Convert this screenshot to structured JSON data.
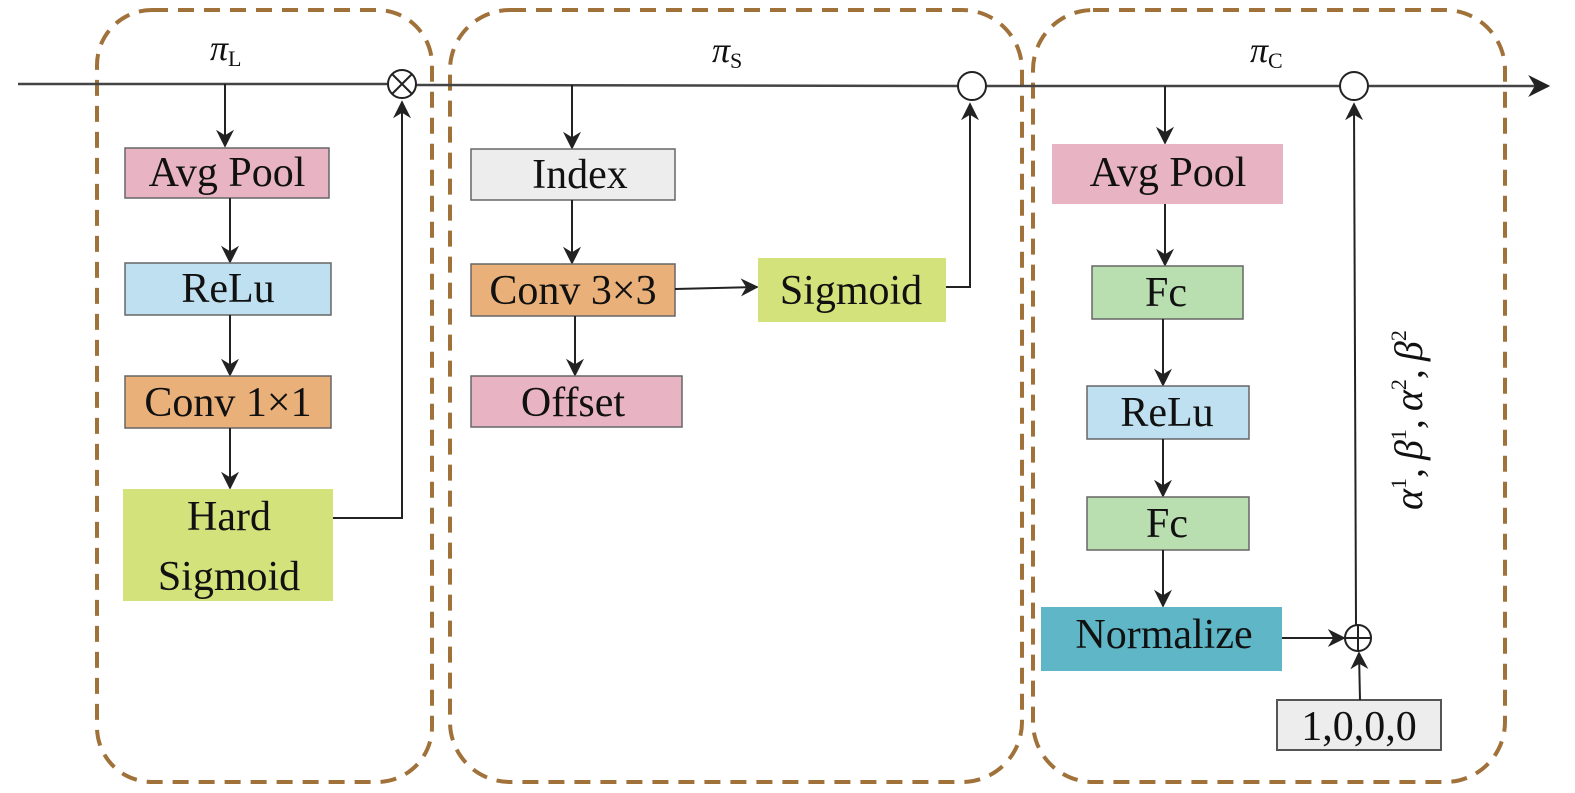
{
  "colors": {
    "group_border": "#a0723a",
    "line": "#333333",
    "pink": "#e8b4c4",
    "blue": "#bfe0f0",
    "orange": "#e9b07a",
    "lime": "#d4e27c",
    "gray": "#ededed",
    "green": "#b9deb0",
    "teal": "#5fb6c6"
  },
  "groups": {
    "lightweight": {
      "symbol": "π",
      "sub": "L"
    },
    "spatial": {
      "symbol": "π",
      "sub": "S"
    },
    "channel": {
      "symbol": "π",
      "sub": "C"
    }
  },
  "blocks": {
    "l_avgpool": "Avg Pool",
    "l_relu": "ReLu",
    "l_conv": "Conv 1×1",
    "l_hard_1": "Hard",
    "l_hard_2": "Sigmoid",
    "s_index": "Index",
    "s_conv": "Conv 3×3",
    "s_sigmoid": "Sigmoid",
    "s_offset": "Offset",
    "c_avgpool": "Avg Pool",
    "c_fc1": "Fc",
    "c_relu": "ReLu",
    "c_fc2": "Fc",
    "c_normalize": "Normalize",
    "c_init": "1,0,0,0"
  },
  "params_label": {
    "a": "α",
    "a1": "1",
    "b": "β",
    "b1": "1",
    "c": "α",
    "c2": "2",
    "d": "β",
    "d2": "2",
    "sep": ","
  }
}
